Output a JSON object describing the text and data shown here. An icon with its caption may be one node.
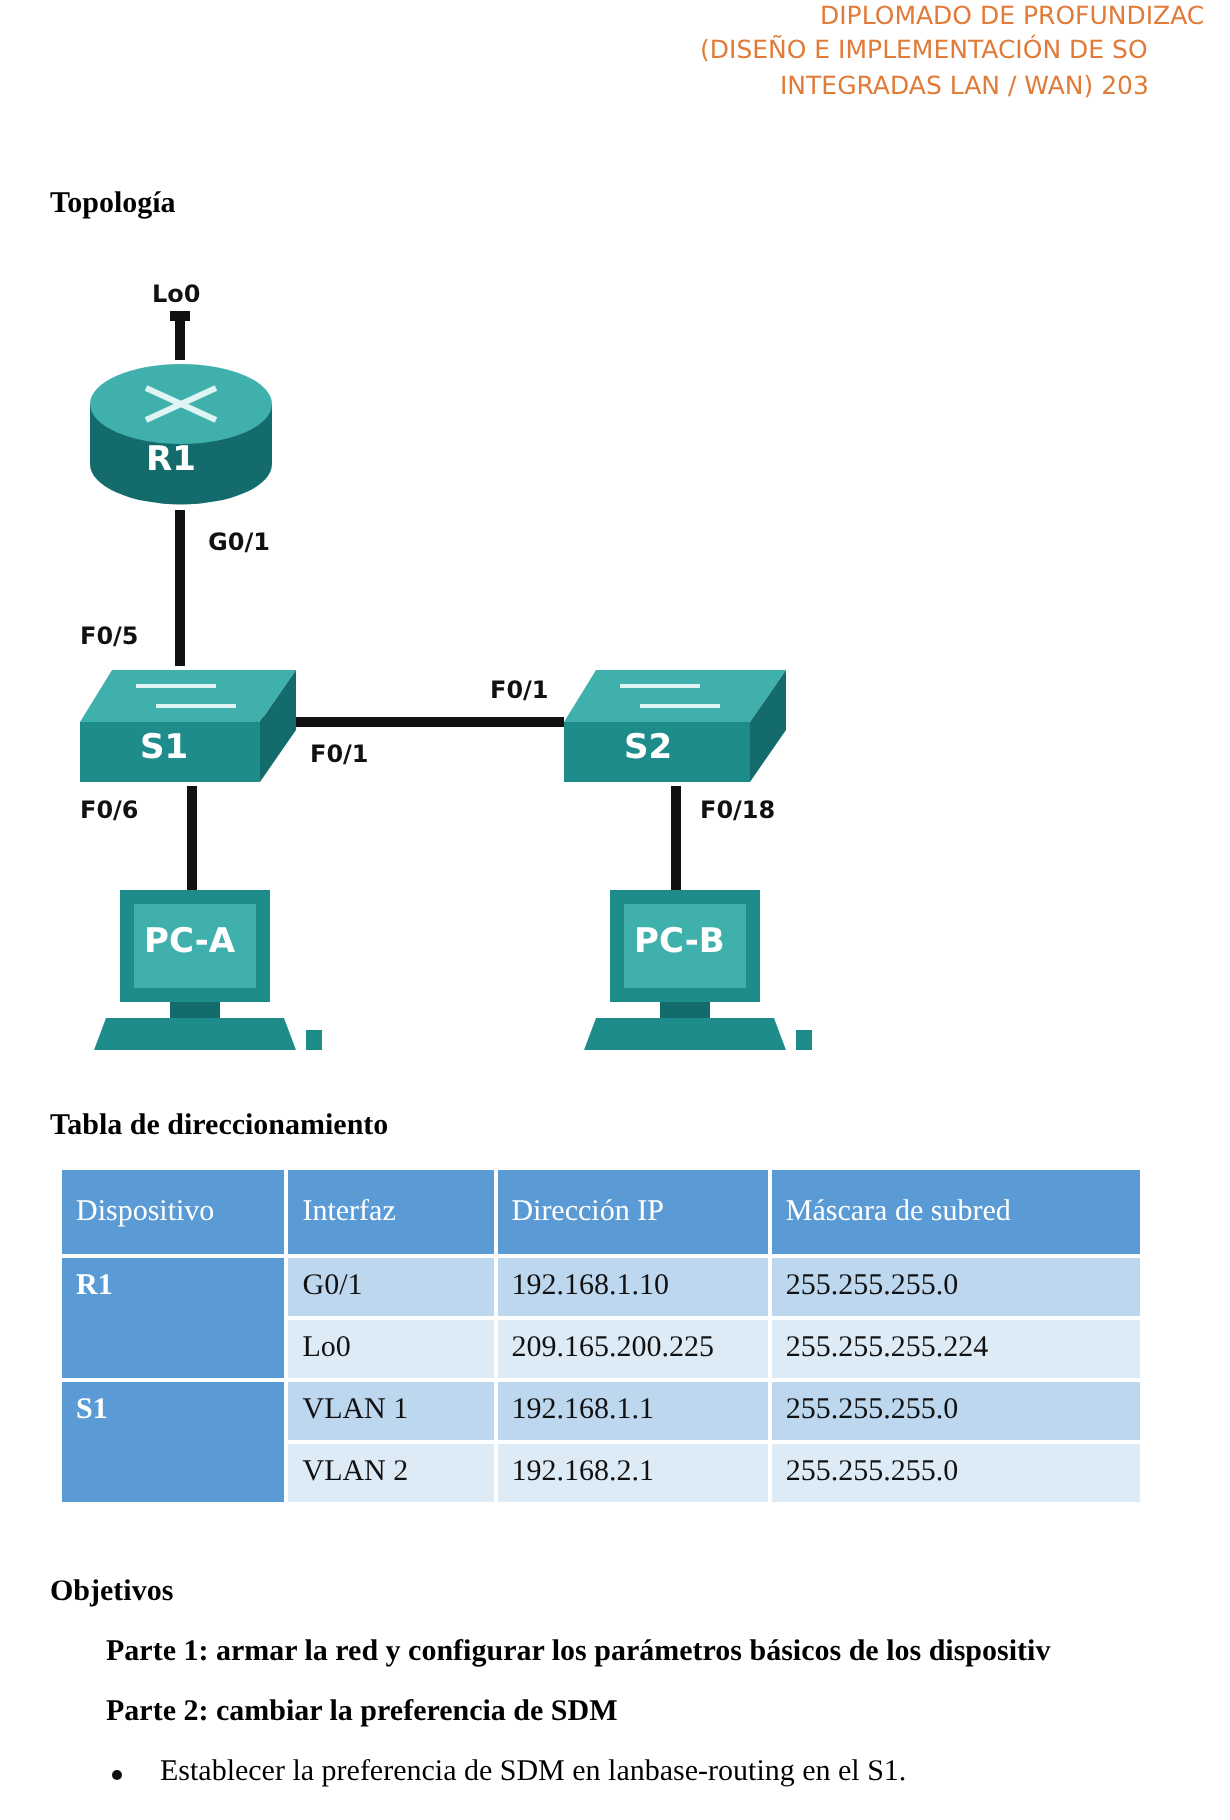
{
  "diagram": {
    "nodes": [
      {
        "text": [
          "Lo0"
        ]
      },
      {
        "text": [
          "R1"
        ]
      },
      {
        "text": [
          "S1"
        ]
      },
      {
        "text": [
          "S2"
        ]
      },
      {
        "text": [
          "PC-A"
        ]
      },
      {
        "text": [
          "PC-B"
        ]
      }
    ],
    "edges": [
      {
        "from": 1,
        "to": 0,
        "arrow": "other"
      },
      {
        "from": 1,
        "to": 2,
        "arrow": "none"
      },
      {
        "from": 2,
        "to": 3,
        "arrow": "none"
      },
      {
        "from": 2,
        "to": 4,
        "arrow": "none"
      },
      {
        "from": 3,
        "to": 5,
        "arrow": "none"
      }
    ],
    "labels": [
      "DIPLOMADO DE PROFUNDIZAC",
      "(DISEÑO E IMPLEMENTACIÓN DE SO",
      "INTEGRADAS LAN / WAN) 203",
      "Topología",
      "G0/1",
      "F0/5",
      "F0/1",
      "F0/1",
      "F0/6",
      "F0/18",
      "Tabla de direccionamiento",
      "Dispositivo",
      "Interfaz",
      "Dirección IP",
      "Máscara de subred",
      "R1",
      "G0/1",
      "192.168.1.10",
      "255.255.255.0",
      "Lo0",
      "209.165.200.225",
      "255.255.255.224",
      "S1",
      "VLAN 1",
      "192.168.1.1",
      "255.255.255.0",
      "VLAN 2",
      "192.168.2.1",
      "255.255.255.0",
      "Objetivos",
      "Parte 1: armar la red y configurar los parámetros básicos de los dispositiv",
      "Parte 2: cambiar la preferencia de SDM",
      "Establecer la preferencia de SDM en lanbase-routing en el S1."
    ]
  }
}
